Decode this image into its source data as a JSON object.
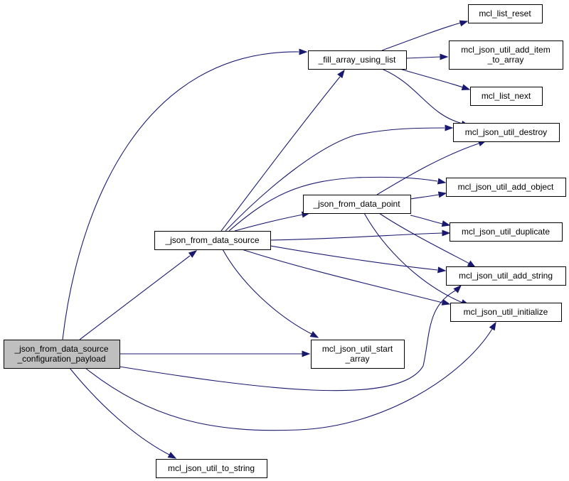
{
  "graph": {
    "colors": {
      "edge": "#191970",
      "root_fill": "#bfbfbf",
      "node_fill": "#ffffff",
      "border": "#000000"
    },
    "nodes": {
      "root": {
        "lines": [
          "_json_from_data_source",
          "_configuration_payload"
        ]
      },
      "fill_array": {
        "lines": [
          "_fill_array_using_list"
        ]
      },
      "from_data_source": {
        "lines": [
          "_json_from_data_source"
        ]
      },
      "from_data_point": {
        "lines": [
          "_json_from_data_point"
        ]
      },
      "list_reset": {
        "lines": [
          "mcl_list_reset"
        ]
      },
      "add_item": {
        "lines": [
          "mcl_json_util_add_item",
          "_to_array"
        ]
      },
      "list_next": {
        "lines": [
          "mcl_list_next"
        ]
      },
      "destroy": {
        "lines": [
          "mcl_json_util_destroy"
        ]
      },
      "add_object": {
        "lines": [
          "mcl_json_util_add_object"
        ]
      },
      "duplicate": {
        "lines": [
          "mcl_json_util_duplicate"
        ]
      },
      "add_string": {
        "lines": [
          "mcl_json_util_add_string"
        ]
      },
      "initialize": {
        "lines": [
          "mcl_json_util_initialize"
        ]
      },
      "start_array": {
        "lines": [
          "mcl_json_util_start",
          "_array"
        ]
      },
      "to_string": {
        "lines": [
          "mcl_json_util_to_string"
        ]
      }
    },
    "edges": [
      {
        "from": "root",
        "to": "fill_array"
      },
      {
        "from": "root",
        "to": "from_data_source"
      },
      {
        "from": "root",
        "to": "start_array"
      },
      {
        "from": "root",
        "to": "add_string"
      },
      {
        "from": "root",
        "to": "initialize"
      },
      {
        "from": "root",
        "to": "to_string"
      },
      {
        "from": "fill_array",
        "to": "list_reset"
      },
      {
        "from": "fill_array",
        "to": "add_item"
      },
      {
        "from": "fill_array",
        "to": "list_next"
      },
      {
        "from": "fill_array",
        "to": "destroy"
      },
      {
        "from": "from_data_source",
        "to": "fill_array"
      },
      {
        "from": "from_data_source",
        "to": "destroy"
      },
      {
        "from": "from_data_source",
        "to": "from_data_point"
      },
      {
        "from": "from_data_source",
        "to": "add_object"
      },
      {
        "from": "from_data_source",
        "to": "duplicate"
      },
      {
        "from": "from_data_source",
        "to": "add_string"
      },
      {
        "from": "from_data_source",
        "to": "initialize"
      },
      {
        "from": "from_data_source",
        "to": "start_array"
      },
      {
        "from": "from_data_point",
        "to": "destroy"
      },
      {
        "from": "from_data_point",
        "to": "add_object"
      },
      {
        "from": "from_data_point",
        "to": "duplicate"
      },
      {
        "from": "from_data_point",
        "to": "add_string"
      },
      {
        "from": "from_data_point",
        "to": "initialize"
      }
    ]
  }
}
